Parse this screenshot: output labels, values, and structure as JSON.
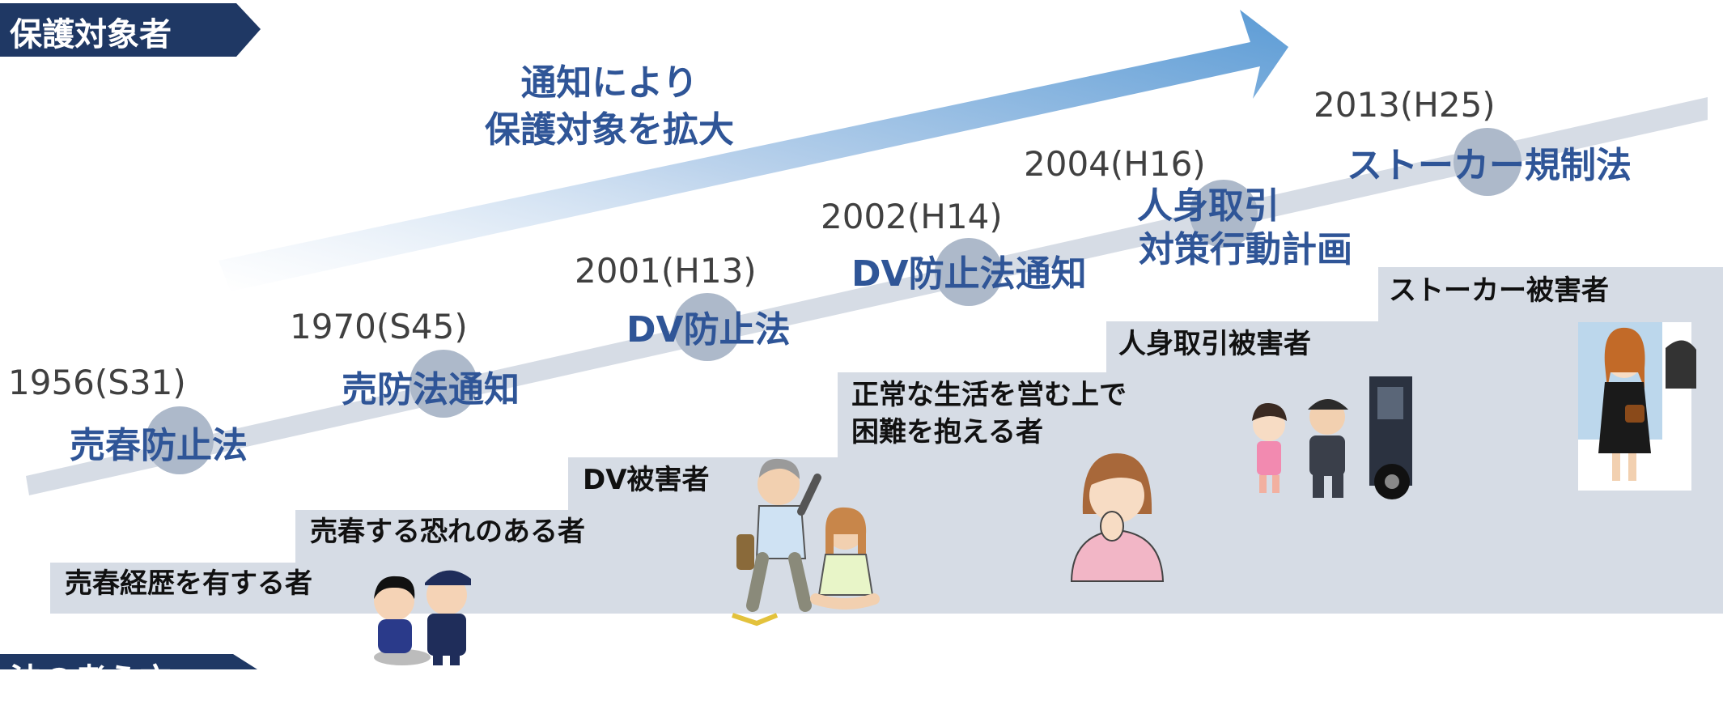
{
  "header": {
    "title": "保護対象者",
    "bottom_title": "法の考え方"
  },
  "arrow_label": {
    "line1": "通知により",
    "line2": "保護対象を拡大"
  },
  "timeline": [
    {
      "year": "1956(S31)",
      "law": "売春防止法"
    },
    {
      "year": "1970(S45)",
      "law": "売防法通知"
    },
    {
      "year": "2001(H13)",
      "law": "DV防止法"
    },
    {
      "year": "2002(H14)",
      "law": "DV防止法通知"
    },
    {
      "year": "2004(H16)",
      "law_line1": "人身取引",
      "law_line2": "対策行動計画"
    },
    {
      "year": "2013(H25)",
      "law": "ストーカー規制法"
    }
  ],
  "steps": [
    {
      "label": "売春経歴を有する者"
    },
    {
      "label": "売春する恐れのある者"
    },
    {
      "label": "DV被害者"
    },
    {
      "label_line1": "正常な生活を営む上で",
      "label_line2": "困難を抱える者"
    },
    {
      "label": "人身取引被害者"
    },
    {
      "label": "ストーカー被害者"
    }
  ],
  "colors": {
    "header": "#1f3864",
    "law_text": "#2f5597",
    "steps": "#d6dce5",
    "timeline_band": "#d6dce5",
    "node": "#adb9ca"
  },
  "illustrations": [
    "police-officer-with-girl",
    "domestic-violence-couple",
    "worried-woman",
    "abduction-child-van",
    "stalker-woman"
  ]
}
